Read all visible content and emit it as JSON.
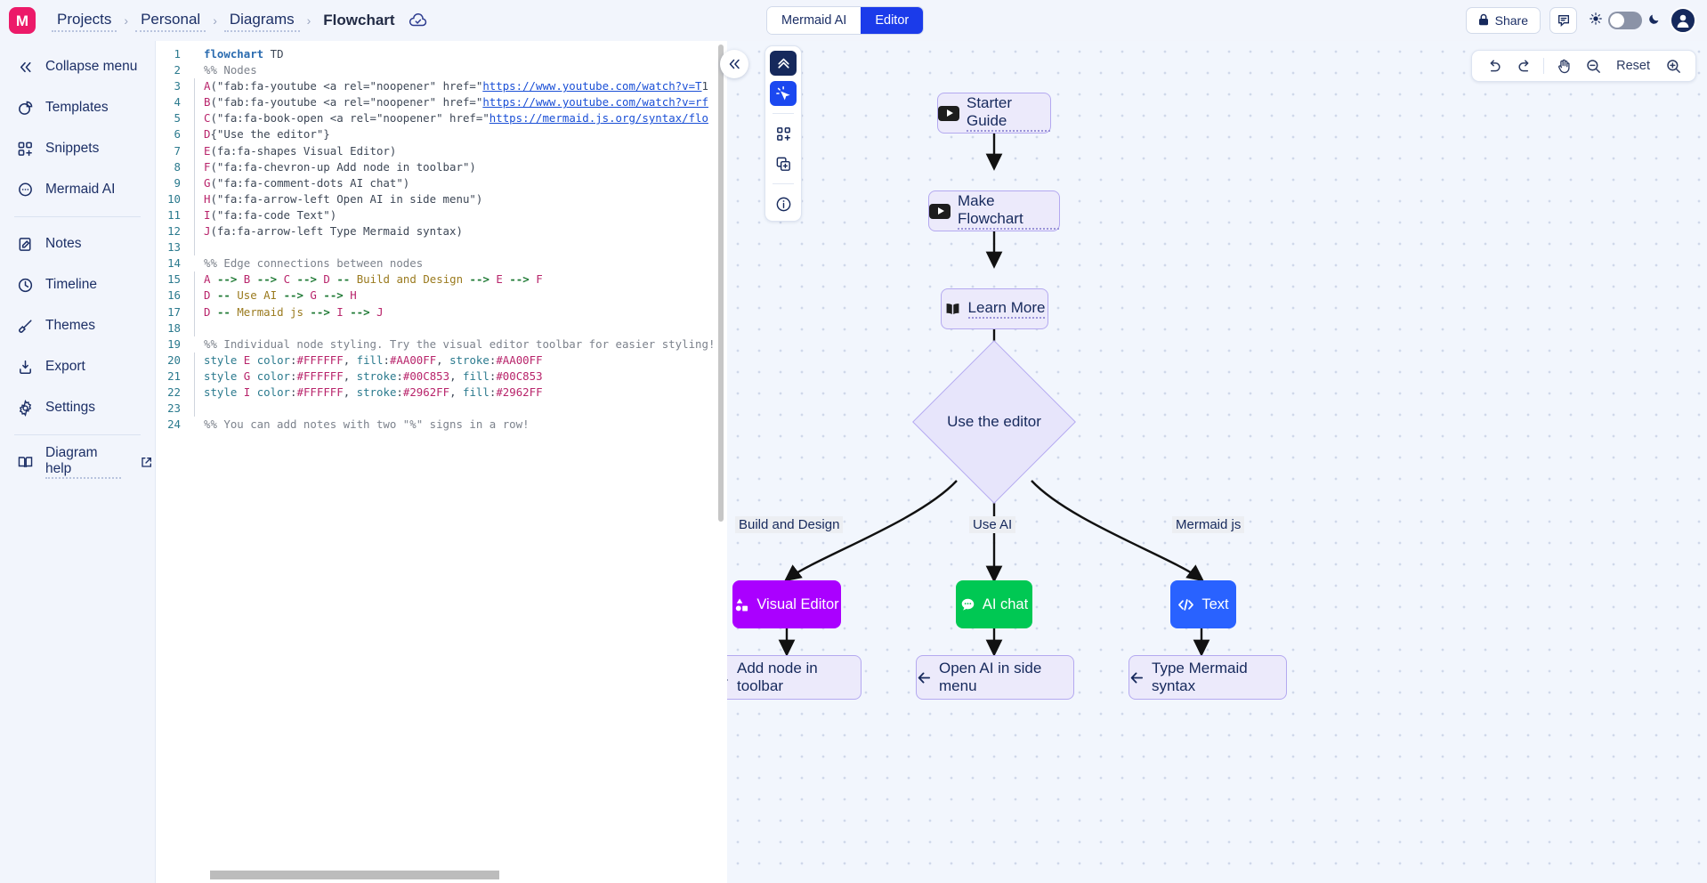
{
  "header": {
    "logo_letter": "M",
    "breadcrumbs": [
      {
        "label": "Projects",
        "current": false
      },
      {
        "label": "Personal",
        "current": false
      },
      {
        "label": "Diagrams",
        "current": false
      },
      {
        "label": "Flowchart",
        "current": true
      }
    ],
    "separator": "›",
    "save_status_icon": "cloud-check-icon",
    "tabs": [
      {
        "label": "Mermaid AI",
        "active": false
      },
      {
        "label": "Editor",
        "active": true
      }
    ],
    "share_label": "Share",
    "comment_icon": "comment-icon",
    "sun_icon": "sun-icon",
    "moon_icon": "moon-icon",
    "theme_toggle_state": "light",
    "avatar_icon": "user-avatar-icon",
    "accent_blue": "#1b3bea",
    "logo_color": "#ec1a69"
  },
  "sidebar": {
    "items": [
      {
        "label": "Collapse menu",
        "icon": "double-chevron-left-icon"
      },
      {
        "label": "Templates",
        "icon": "templates-pie-icon"
      },
      {
        "label": "Snippets",
        "icon": "snippets-add-icon"
      },
      {
        "label": "Mermaid AI",
        "icon": "chat-dots-icon"
      },
      {
        "label": "Notes",
        "icon": "notes-clipboard-icon"
      },
      {
        "label": "Timeline",
        "icon": "clock-icon"
      },
      {
        "label": "Themes",
        "icon": "paintbrush-icon"
      },
      {
        "label": "Export",
        "icon": "export-download-icon"
      },
      {
        "label": "Settings",
        "icon": "gear-icon"
      },
      {
        "label": "Diagram help",
        "icon": "book-icon",
        "external": true
      }
    ]
  },
  "editor": {
    "collapse_handle_icon": "double-chevron-left-icon",
    "lines": [
      {
        "n": 1,
        "bar": false,
        "tokens": [
          {
            "t": "key",
            "v": "flowchart"
          },
          {
            "t": "plain",
            "v": " "
          },
          {
            "t": "type",
            "v": "TD"
          }
        ]
      },
      {
        "n": 2,
        "bar": false,
        "tokens": [
          {
            "t": "comment",
            "v": "%% Nodes"
          }
        ]
      },
      {
        "n": 3,
        "bar": true,
        "tokens": [
          {
            "t": "id",
            "v": "A"
          },
          {
            "t": "punc",
            "v": "(\""
          },
          {
            "t": "str",
            "v": "fab:fa-youtube <a rel=\"noopener\" href=\""
          },
          {
            "t": "link",
            "v": "https://www.youtube.com/watch?v=T"
          },
          {
            "t": "str",
            "v": "1"
          }
        ]
      },
      {
        "n": 4,
        "bar": true,
        "tokens": [
          {
            "t": "id",
            "v": "B"
          },
          {
            "t": "punc",
            "v": "(\""
          },
          {
            "t": "str",
            "v": "fab:fa-youtube <a rel=\"noopener\" href=\""
          },
          {
            "t": "link",
            "v": "https://www.youtube.com/watch?v=rf"
          }
        ]
      },
      {
        "n": 5,
        "bar": true,
        "tokens": [
          {
            "t": "id",
            "v": "C"
          },
          {
            "t": "punc",
            "v": "(\""
          },
          {
            "t": "str",
            "v": "fa:fa-book-open <a rel=\"noopener\" href=\""
          },
          {
            "t": "link",
            "v": "https://mermaid.js.org/syntax/flo"
          }
        ]
      },
      {
        "n": 6,
        "bar": true,
        "tokens": [
          {
            "t": "id",
            "v": "D"
          },
          {
            "t": "punc",
            "v": "{\"Use the editor\"}"
          }
        ]
      },
      {
        "n": 7,
        "bar": true,
        "tokens": [
          {
            "t": "id",
            "v": "E"
          },
          {
            "t": "punc",
            "v": "(fa:fa-shapes Visual Editor)"
          }
        ]
      },
      {
        "n": 8,
        "bar": true,
        "tokens": [
          {
            "t": "id",
            "v": "F"
          },
          {
            "t": "punc",
            "v": "(\"fa:fa-chevron-up Add node in toolbar\")"
          }
        ]
      },
      {
        "n": 9,
        "bar": true,
        "tokens": [
          {
            "t": "id",
            "v": "G"
          },
          {
            "t": "punc",
            "v": "(\"fa:fa-comment-dots AI chat\")"
          }
        ]
      },
      {
        "n": 10,
        "bar": true,
        "tokens": [
          {
            "t": "id",
            "v": "H"
          },
          {
            "t": "punc",
            "v": "(\"fa:fa-arrow-left Open AI in side menu\")"
          }
        ]
      },
      {
        "n": 11,
        "bar": true,
        "tokens": [
          {
            "t": "id",
            "v": "I"
          },
          {
            "t": "punc",
            "v": "(\"fa:fa-code Text\")"
          }
        ]
      },
      {
        "n": 12,
        "bar": true,
        "tokens": [
          {
            "t": "id",
            "v": "J"
          },
          {
            "t": "punc",
            "v": "(fa:fa-arrow-left Type Mermaid syntax)"
          }
        ]
      },
      {
        "n": 13,
        "bar": true,
        "tokens": []
      },
      {
        "n": 14,
        "bar": false,
        "tokens": [
          {
            "t": "comment",
            "v": "%% Edge connections between nodes"
          }
        ]
      },
      {
        "n": 15,
        "bar": true,
        "tokens": [
          {
            "t": "id",
            "v": "A"
          },
          {
            "t": "plain",
            "v": " "
          },
          {
            "t": "arrow",
            "v": "-->"
          },
          {
            "t": "plain",
            "v": " "
          },
          {
            "t": "id",
            "v": "B"
          },
          {
            "t": "plain",
            "v": " "
          },
          {
            "t": "arrow",
            "v": "-->"
          },
          {
            "t": "plain",
            "v": " "
          },
          {
            "t": "id",
            "v": "C"
          },
          {
            "t": "plain",
            "v": " "
          },
          {
            "t": "arrow",
            "v": "-->"
          },
          {
            "t": "plain",
            "v": " "
          },
          {
            "t": "id",
            "v": "D"
          },
          {
            "t": "plain",
            "v": " "
          },
          {
            "t": "arrow",
            "v": "--"
          },
          {
            "t": "plain",
            "v": " "
          },
          {
            "t": "label",
            "v": "Build and Design"
          },
          {
            "t": "plain",
            "v": " "
          },
          {
            "t": "arrow",
            "v": "-->"
          },
          {
            "t": "plain",
            "v": " "
          },
          {
            "t": "id",
            "v": "E"
          },
          {
            "t": "plain",
            "v": " "
          },
          {
            "t": "arrow",
            "v": "-->"
          },
          {
            "t": "plain",
            "v": " "
          },
          {
            "t": "id",
            "v": "F"
          }
        ]
      },
      {
        "n": 16,
        "bar": true,
        "tokens": [
          {
            "t": "id",
            "v": "D"
          },
          {
            "t": "plain",
            "v": " "
          },
          {
            "t": "arrow",
            "v": "--"
          },
          {
            "t": "plain",
            "v": " "
          },
          {
            "t": "label",
            "v": "Use AI"
          },
          {
            "t": "plain",
            "v": " "
          },
          {
            "t": "arrow",
            "v": "-->"
          },
          {
            "t": "plain",
            "v": " "
          },
          {
            "t": "id",
            "v": "G"
          },
          {
            "t": "plain",
            "v": " "
          },
          {
            "t": "arrow",
            "v": "-->"
          },
          {
            "t": "plain",
            "v": " "
          },
          {
            "t": "id",
            "v": "H"
          }
        ]
      },
      {
        "n": 17,
        "bar": true,
        "tokens": [
          {
            "t": "id",
            "v": "D"
          },
          {
            "t": "plain",
            "v": " "
          },
          {
            "t": "arrow",
            "v": "--"
          },
          {
            "t": "plain",
            "v": " "
          },
          {
            "t": "label",
            "v": "Mermaid js"
          },
          {
            "t": "plain",
            "v": " "
          },
          {
            "t": "arrow",
            "v": "-->"
          },
          {
            "t": "plain",
            "v": " "
          },
          {
            "t": "id",
            "v": "I"
          },
          {
            "t": "plain",
            "v": " "
          },
          {
            "t": "arrow",
            "v": "-->"
          },
          {
            "t": "plain",
            "v": " "
          },
          {
            "t": "id",
            "v": "J"
          }
        ]
      },
      {
        "n": 18,
        "bar": true,
        "tokens": []
      },
      {
        "n": 19,
        "bar": false,
        "tokens": [
          {
            "t": "comment",
            "v": "%% Individual node styling. Try the visual editor toolbar for easier styling!"
          }
        ]
      },
      {
        "n": 20,
        "bar": true,
        "tokens": [
          {
            "t": "style",
            "v": "style"
          },
          {
            "t": "plain",
            "v": " "
          },
          {
            "t": "id",
            "v": "E"
          },
          {
            "t": "plain",
            "v": " "
          },
          {
            "t": "prop",
            "v": "color"
          },
          {
            "t": "punc",
            "v": ":"
          },
          {
            "t": "val",
            "v": "#FFFFFF"
          },
          {
            "t": "punc",
            "v": ", "
          },
          {
            "t": "prop",
            "v": "fill"
          },
          {
            "t": "punc",
            "v": ":"
          },
          {
            "t": "val",
            "v": "#AA00FF"
          },
          {
            "t": "punc",
            "v": ", "
          },
          {
            "t": "prop",
            "v": "stroke"
          },
          {
            "t": "punc",
            "v": ":"
          },
          {
            "t": "val",
            "v": "#AA00FF"
          }
        ]
      },
      {
        "n": 21,
        "bar": true,
        "tokens": [
          {
            "t": "style",
            "v": "style"
          },
          {
            "t": "plain",
            "v": " "
          },
          {
            "t": "id",
            "v": "G"
          },
          {
            "t": "plain",
            "v": " "
          },
          {
            "t": "prop",
            "v": "color"
          },
          {
            "t": "punc",
            "v": ":"
          },
          {
            "t": "val",
            "v": "#FFFFFF"
          },
          {
            "t": "punc",
            "v": ", "
          },
          {
            "t": "prop",
            "v": "stroke"
          },
          {
            "t": "punc",
            "v": ":"
          },
          {
            "t": "val",
            "v": "#00C853"
          },
          {
            "t": "punc",
            "v": ", "
          },
          {
            "t": "prop",
            "v": "fill"
          },
          {
            "t": "punc",
            "v": ":"
          },
          {
            "t": "val",
            "v": "#00C853"
          }
        ]
      },
      {
        "n": 22,
        "bar": true,
        "tokens": [
          {
            "t": "style",
            "v": "style"
          },
          {
            "t": "plain",
            "v": " "
          },
          {
            "t": "id",
            "v": "I"
          },
          {
            "t": "plain",
            "v": " "
          },
          {
            "t": "prop",
            "v": "color"
          },
          {
            "t": "punc",
            "v": ":"
          },
          {
            "t": "val",
            "v": "#FFFFFF"
          },
          {
            "t": "punc",
            "v": ", "
          },
          {
            "t": "prop",
            "v": "stroke"
          },
          {
            "t": "punc",
            "v": ":"
          },
          {
            "t": "val",
            "v": "#2962FF"
          },
          {
            "t": "punc",
            "v": ", "
          },
          {
            "t": "prop",
            "v": "fill"
          },
          {
            "t": "punc",
            "v": ":"
          },
          {
            "t": "val",
            "v": "#2962FF"
          }
        ]
      },
      {
        "n": 23,
        "bar": true,
        "tokens": []
      },
      {
        "n": 24,
        "bar": false,
        "tokens": [
          {
            "t": "comment",
            "v": "%% You can add notes with two \"%\" signs in a row!"
          }
        ]
      }
    ]
  },
  "canvas": {
    "toolbar": [
      {
        "icon": "chevron-up-icon",
        "style": "navy",
        "active": true
      },
      {
        "icon": "cursor-click-icon",
        "style": "blue",
        "active": true
      },
      {
        "icon": "snippets-add-icon",
        "style": "plain"
      },
      {
        "icon": "duplicate-add-icon",
        "style": "plain"
      },
      {
        "icon": "info-icon",
        "style": "plain"
      }
    ],
    "zoom_controls": {
      "undo_icon": "undo-icon",
      "redo_icon": "redo-icon",
      "pan_icon": "hand-pan-icon",
      "zoom_out_icon": "zoom-out-icon",
      "reset_label": "Reset",
      "zoom_in_icon": "zoom-in-icon"
    },
    "nodes": [
      {
        "id": "A",
        "label": "Starter Guide",
        "icon": "youtube-icon",
        "kind": "lavender-link"
      },
      {
        "id": "B",
        "label": "Make Flowchart",
        "icon": "youtube-icon",
        "kind": "lavender-link"
      },
      {
        "id": "C",
        "label": "Learn More",
        "icon": "book-open-icon",
        "kind": "lavender-link"
      },
      {
        "id": "D",
        "label": "Use the editor",
        "kind": "diamond"
      },
      {
        "id": "E",
        "label": "Visual Editor",
        "icon": "shapes-icon",
        "kind": "solid",
        "color": "#aa00ff"
      },
      {
        "id": "G",
        "label": "AI chat",
        "icon": "comment-dots-icon",
        "kind": "solid",
        "color": "#00c853"
      },
      {
        "id": "I",
        "label": "Text",
        "icon": "code-icon",
        "kind": "solid",
        "color": "#2962ff"
      },
      {
        "id": "F",
        "label": "Add node in toolbar",
        "icon": "chevron-up-icon",
        "kind": "lavender"
      },
      {
        "id": "H",
        "label": "Open AI in side menu",
        "icon": "arrow-left-icon",
        "kind": "lavender"
      },
      {
        "id": "J",
        "label": "Type Mermaid syntax",
        "icon": "arrow-left-icon",
        "kind": "lavender"
      }
    ],
    "edge_labels": [
      "Build and Design",
      "Use AI",
      "Mermaid js"
    ]
  }
}
